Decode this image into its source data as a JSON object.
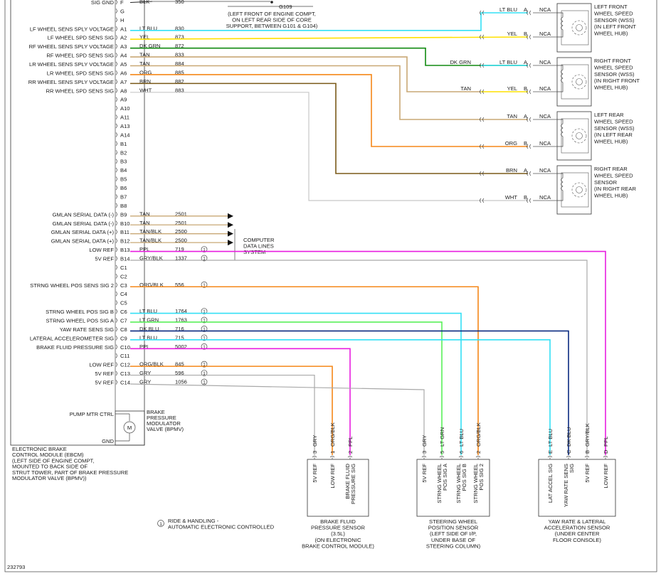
{
  "ebcm": {
    "label": [
      "ELECTRONIC BRAKE",
      "CONTROL MODULE (EBCM)",
      "(LEFT SIDE OF ENGINE COMPT,",
      "MOUNTED TO BACK SIDE OF",
      "STRUT TOWER, PART OF BRAKE PRESSURE",
      "MODULATOR VALVE (BPMV))"
    ],
    "gnd_label": "GND",
    "pump_label": "PUMP MTR CTRL",
    "motor_symbol": "M",
    "bpmv_label": [
      "BRAKE",
      "PRESSURE",
      "MODULATOR",
      "VALVE (BPMV)"
    ]
  },
  "pins": [
    {
      "pin": "F",
      "signal": "SIG GND",
      "color": "BLK",
      "circuit": "350"
    },
    {
      "pin": "G",
      "signal": "",
      "color": "",
      "circuit": ""
    },
    {
      "pin": "H",
      "signal": "",
      "color": "",
      "circuit": ""
    },
    {
      "pin": "A1",
      "signal": "LF WHEEL SENS SPLY VOLTAGE",
      "color": "LT BLU",
      "circuit": "830"
    },
    {
      "pin": "A2",
      "signal": "LF WHEEL SPD SENS SIG",
      "color": "YEL",
      "circuit": "873"
    },
    {
      "pin": "A3",
      "signal": "RF WHEEL SENS SPLY VOLTAGE",
      "color": "DK GRN",
      "circuit": "872"
    },
    {
      "pin": "A4",
      "signal": "RF WHEEL SPD SENS SIG",
      "color": "TAN",
      "circuit": "833"
    },
    {
      "pin": "A5",
      "signal": "LR WHEEL SENS SPLY VOLTAGE",
      "color": "TAN",
      "circuit": "884"
    },
    {
      "pin": "A6",
      "signal": "LR WHEEL SPD SENS SIG",
      "color": "ORG",
      "circuit": "885"
    },
    {
      "pin": "A7",
      "signal": "RR WHEEL SENS SPLY VOLTAGE",
      "color": "BRN",
      "circuit": "882"
    },
    {
      "pin": "A8",
      "signal": "RR WHEEL SPD SENS SIG",
      "color": "WHT",
      "circuit": "883"
    },
    {
      "pin": "A9",
      "signal": "",
      "color": "",
      "circuit": ""
    },
    {
      "pin": "A10",
      "signal": "",
      "color": "",
      "circuit": ""
    },
    {
      "pin": "A11",
      "signal": "",
      "color": "",
      "circuit": ""
    },
    {
      "pin": "A13",
      "signal": "",
      "color": "",
      "circuit": ""
    },
    {
      "pin": "A14",
      "signal": "",
      "color": "",
      "circuit": ""
    },
    {
      "pin": "B1",
      "signal": "",
      "color": "",
      "circuit": ""
    },
    {
      "pin": "B2",
      "signal": "",
      "color": "",
      "circuit": ""
    },
    {
      "pin": "B3",
      "signal": "",
      "color": "",
      "circuit": ""
    },
    {
      "pin": "B4",
      "signal": "",
      "color": "",
      "circuit": ""
    },
    {
      "pin": "B5",
      "signal": "",
      "color": "",
      "circuit": ""
    },
    {
      "pin": "B6",
      "signal": "",
      "color": "",
      "circuit": ""
    },
    {
      "pin": "B7",
      "signal": "",
      "color": "",
      "circuit": ""
    },
    {
      "pin": "B8",
      "signal": "",
      "color": "",
      "circuit": ""
    },
    {
      "pin": "B9",
      "signal": "GMLAN SERIAL DATA (-)",
      "color": "TAN",
      "circuit": "2501"
    },
    {
      "pin": "B10",
      "signal": "GMLAN SERIAL DATA (-)",
      "color": "TAN",
      "circuit": "2501"
    },
    {
      "pin": "B11",
      "signal": "GMLAN SERIAL DATA (+)",
      "color": "TAN/BLK",
      "circuit": "2500"
    },
    {
      "pin": "B12",
      "signal": "GMLAN SERIAL DATA (+)",
      "color": "TAN/BLK",
      "circuit": "2500"
    },
    {
      "pin": "B13",
      "signal": "LOW REF",
      "color": "PPL",
      "circuit": "719",
      "note": "1"
    },
    {
      "pin": "B14",
      "signal": "5V REF",
      "color": "GRY/BLK",
      "circuit": "1337",
      "note": "1"
    },
    {
      "pin": "C1",
      "signal": "",
      "color": "",
      "circuit": ""
    },
    {
      "pin": "C2",
      "signal": "",
      "color": "",
      "circuit": ""
    },
    {
      "pin": "C3",
      "signal": "STRNG WHEEL POS SENS SIG 2",
      "color": "ORG/BLK",
      "circuit": "556",
      "note": "1"
    },
    {
      "pin": "C4",
      "signal": "",
      "color": "",
      "circuit": ""
    },
    {
      "pin": "C5",
      "signal": "",
      "color": "",
      "circuit": ""
    },
    {
      "pin": "C6",
      "signal": "STRNG WHEEL POS SIG B",
      "color": "LT BLU",
      "circuit": "1764",
      "note": "1"
    },
    {
      "pin": "C7",
      "signal": "STRNG WHEEL POS SIG A",
      "color": "LT GRN",
      "circuit": "1763",
      "note": "1"
    },
    {
      "pin": "C8",
      "signal": "YAW RATE SENS SIG",
      "color": "DK BLU",
      "circuit": "716",
      "note": "1"
    },
    {
      "pin": "C9",
      "signal": "LATERAL ACCELEROMETER SIG",
      "color": "LT BLU",
      "circuit": "715",
      "note": "1"
    },
    {
      "pin": "C10",
      "signal": "BRAKE FLUID PRESSURE SIG",
      "color": "PPL",
      "circuit": "5002",
      "note": "1"
    },
    {
      "pin": "C11",
      "signal": "",
      "color": "",
      "circuit": ""
    },
    {
      "pin": "C12",
      "signal": "LOW REF",
      "color": "ORG/BLK",
      "circuit": "845",
      "note": "1"
    },
    {
      "pin": "C13",
      "signal": "5V REF",
      "color": "GRY",
      "circuit": "596",
      "note": "1"
    },
    {
      "pin": "C14",
      "signal": "5V REF",
      "color": "GRY",
      "circuit": "1056",
      "note": "1"
    }
  ],
  "ground": {
    "name": "G109",
    "location": [
      "(LEFT FRONT OF ENGINE COMPT,",
      "ON LEFT REAR SIDE OF CORE",
      "SUPPORT, BETWEEN G101 & G104)"
    ]
  },
  "computer_data": [
    "COMPUTER",
    "DATA LINES",
    "SYSTEM"
  ],
  "wheel_sensors": [
    {
      "name": [
        "LEFT FRONT",
        "WHEEL SPEED",
        "SENSOR (WSS)",
        "(IN LEFT FRONT",
        "WHEEL HUB)"
      ],
      "a": {
        "pin": "A",
        "color": "LT BLU",
        "nca": "NCA"
      },
      "b": {
        "pin": "B",
        "color": "YEL",
        "nca": "NCA"
      }
    },
    {
      "name": [
        "RIGHT FRONT",
        "WHEEL SPEED",
        "SENSOR (WSS)",
        "(IN RIGHT FRONT",
        "WHEEL HUB)"
      ],
      "a": {
        "pin": "A",
        "color": "LT BLU",
        "nca": "NCA",
        "splice_color": "DK GRN"
      },
      "b": {
        "pin": "B",
        "color": "YEL",
        "nca": "NCA",
        "splice_color": "TAN"
      }
    },
    {
      "name": [
        "LEFT REAR",
        "WHEEL SPEED",
        "SENSOR (WSS)",
        "(IN LEFT REAR",
        "WHEEL HUB)"
      ],
      "a": {
        "pin": "A",
        "color": "TAN",
        "nca": "NCA"
      },
      "b": {
        "pin": "B",
        "color": "ORG",
        "nca": "NCA"
      }
    },
    {
      "name": [
        "RIGHT REAR",
        "WHEEL SPEED",
        "SENSOR",
        "(IN RIGHT REAR",
        "WHEEL HUB)"
      ],
      "a": {
        "pin": "A",
        "color": "BRN",
        "nca": "NCA"
      },
      "b": {
        "pin": "B",
        "color": "WHT",
        "nca": "NCA"
      }
    }
  ],
  "components": [
    {
      "id": "bfps",
      "pins": [
        {
          "num": "3",
          "color": "GRY",
          "fn": "5V REF"
        },
        {
          "num": "1",
          "color": "ORG/BLK",
          "fn": "LOW REF"
        },
        {
          "num": "2",
          "color": "PPL",
          "fn": "BRAKE FLUID PRESSURE SIG"
        }
      ],
      "name": [
        "BRAKE FLUID",
        "PRESSURE SENSOR",
        "(3.5L)",
        "(ON ELECTRONIC",
        "BRAKE CONTROL MODULE)"
      ]
    },
    {
      "id": "swps",
      "pins": [
        {
          "num": "3",
          "color": "GRY",
          "fn": "5V REF"
        },
        {
          "num": "5",
          "color": "LT GRN",
          "fn": "STRNG WHEEL POS SIG A"
        },
        {
          "num": "6",
          "color": "LT BLU",
          "fn": "STRNG WHEEL POS SIG B"
        },
        {
          "num": "2",
          "color": "ORG/BLK",
          "fn": "STRNG WHEEL POS SIG 2"
        }
      ],
      "name": [
        "STEERING WHEEL",
        "POSITION SENSOR",
        "(LEFT SIDE OF I/P,",
        "UNDER BASE OF",
        "STEERING COLUMN)"
      ]
    },
    {
      "id": "yaw",
      "pins": [
        {
          "num": "E",
          "color": "LT BLU",
          "fn": "LAT ACCEL SIG"
        },
        {
          "num": "C",
          "color": "DK BLU",
          "fn": "YAW RATE SENS SIG"
        },
        {
          "num": "B",
          "color": "GRY/BLK",
          "fn": "5V REF"
        },
        {
          "num": "D",
          "color": "PPL",
          "fn": "LOW REF"
        }
      ],
      "name": [
        "YAW RATE & LATERAL",
        "ACCELERATION SENSOR",
        "(UNDER CENTER",
        "FLOOR CONSOLE)"
      ]
    }
  ],
  "legend": {
    "symbol": "1",
    "text": [
      "RIDE & HANDLING -",
      "AUTOMATIC ELECTRONIC CONTROLLED"
    ]
  },
  "figure_id": "232793",
  "wire_colors": {
    "LT BLU": "#33e0f5",
    "YEL": "#ffe100",
    "DK GRN": "#118a11",
    "TAN": "#c9a875",
    "ORG": "#f58718",
    "BRN": "#7a5a18",
    "WHT": "#c8c8c8",
    "PPL": "#e81ee0",
    "GRY": "#a9a9a9",
    "GRY/BLK": "#a9a9a9",
    "ORG/BLK": "#f58718",
    "LT GRN": "#5af05a",
    "DK BLU": "#0a2a80",
    "BLK": "#222222",
    "TAN/BLK": "#c9a875"
  }
}
